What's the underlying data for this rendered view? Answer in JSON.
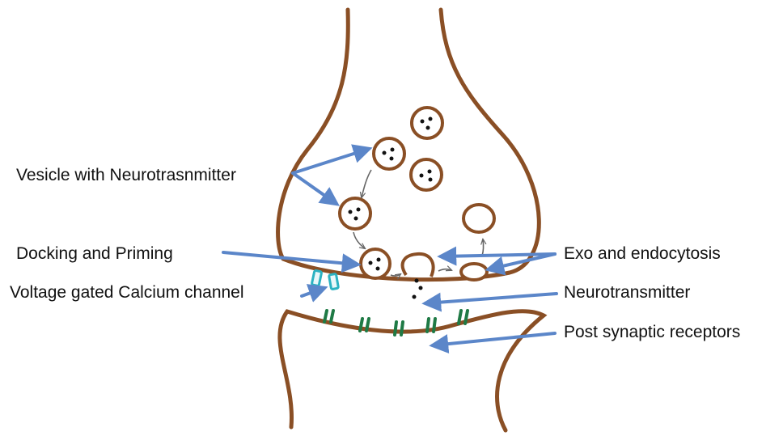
{
  "labels": {
    "vesicle": "Vesicle with Neurotrasnmitter",
    "docking": "Docking and Priming",
    "calcium": "Voltage gated Calcium channel",
    "exo": "Exo and endocytosis",
    "neurotransmitter": "Neurotransmitter",
    "receptors": "Post synaptic receptors"
  },
  "colors": {
    "membrane": "#8a4f25",
    "arrow": "#5b86c9",
    "receptor": "#1f7a45",
    "channel": "#2bb2c2",
    "small_arrow": "#666666",
    "text": "#111111"
  }
}
